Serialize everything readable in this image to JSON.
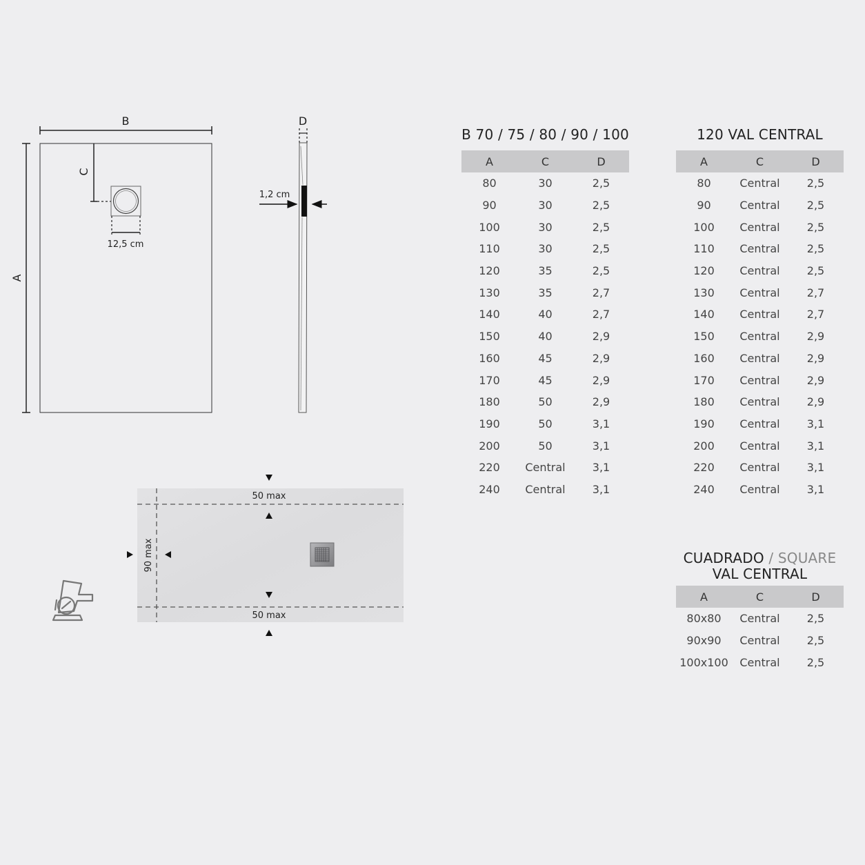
{
  "drawing": {
    "label_b": "B",
    "label_a": "A",
    "label_c": "C",
    "label_d": "D",
    "drain_width": "12,5 cm",
    "thickness": "1,2 cm",
    "cut_top": "50 max",
    "cut_bottom": "50 max",
    "cut_side": "90 max"
  },
  "tables": [
    {
      "title": "B 70 / 75 / 80 / 90 / 100",
      "headers": [
        "A",
        "C",
        "D"
      ],
      "rows": [
        [
          "80",
          "30",
          "2,5"
        ],
        [
          "90",
          "30",
          "2,5"
        ],
        [
          "100",
          "30",
          "2,5"
        ],
        [
          "110",
          "30",
          "2,5"
        ],
        [
          "120",
          "35",
          "2,5"
        ],
        [
          "130",
          "35",
          "2,7"
        ],
        [
          "140",
          "40",
          "2,7"
        ],
        [
          "150",
          "40",
          "2,9"
        ],
        [
          "160",
          "45",
          "2,9"
        ],
        [
          "170",
          "45",
          "2,9"
        ],
        [
          "180",
          "50",
          "2,9"
        ],
        [
          "190",
          "50",
          "3,1"
        ],
        [
          "200",
          "50",
          "3,1"
        ],
        [
          "220",
          "Central",
          "3,1"
        ],
        [
          "240",
          "Central",
          "3,1"
        ]
      ]
    },
    {
      "title": "120 VAL CENTRAL",
      "headers": [
        "A",
        "C",
        "D"
      ],
      "rows": [
        [
          "80",
          "Central",
          "2,5"
        ],
        [
          "90",
          "Central",
          "2,5"
        ],
        [
          "100",
          "Central",
          "2,5"
        ],
        [
          "110",
          "Central",
          "2,5"
        ],
        [
          "120",
          "Central",
          "2,5"
        ],
        [
          "130",
          "Central",
          "2,7"
        ],
        [
          "140",
          "Central",
          "2,7"
        ],
        [
          "150",
          "Central",
          "2,9"
        ],
        [
          "160",
          "Central",
          "2,9"
        ],
        [
          "170",
          "Central",
          "2,9"
        ],
        [
          "180",
          "Central",
          "2,9"
        ],
        [
          "190",
          "Central",
          "3,1"
        ],
        [
          "200",
          "Central",
          "3,1"
        ],
        [
          "220",
          "Central",
          "3,1"
        ],
        [
          "240",
          "Central",
          "3,1"
        ]
      ]
    },
    {
      "title_main": "CUADRADO",
      "title_sep": " / ",
      "title_alt": "SQUARE",
      "title_line2": "VAL CENTRAL",
      "headers": [
        "A",
        "C",
        "D"
      ],
      "rows": [
        [
          "80x80",
          "Central",
          "2,5"
        ],
        [
          "90x90",
          "Central",
          "2,5"
        ],
        [
          "100x100",
          "Central",
          "2,5"
        ]
      ]
    }
  ],
  "icons": {
    "cut_tool": "circular-saw-icon",
    "drain_grate": "drain-grate-icon"
  }
}
